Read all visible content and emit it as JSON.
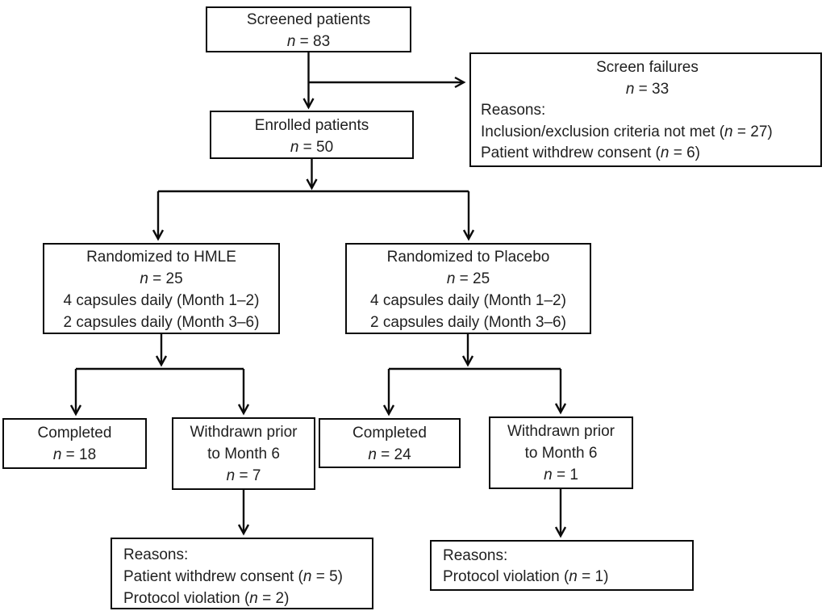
{
  "figure": {
    "kind": "CONSORT patient flow diagram",
    "colors": {
      "background": "#ffffff",
      "line": "#0a0a0a",
      "text": "#1f1f1f"
    }
  },
  "boxes": {
    "screened": {
      "lines": [
        {
          "align": "center",
          "segs": [
            {
              "t": "Screened patients"
            }
          ]
        },
        {
          "align": "center",
          "segs": [
            {
              "t": "n",
              "i": true
            },
            {
              "t": " = 83"
            }
          ]
        }
      ]
    },
    "screen_failures": {
      "lines": [
        {
          "align": "center",
          "segs": [
            {
              "t": "Screen failures"
            }
          ]
        },
        {
          "align": "center",
          "segs": [
            {
              "t": "n",
              "i": true
            },
            {
              "t": " = 33"
            }
          ]
        },
        {
          "align": "left",
          "segs": [
            {
              "t": "Reasons:"
            }
          ]
        },
        {
          "align": "left",
          "segs": [
            {
              "t": "Inclusion/exclusion criteria not met ("
            },
            {
              "t": "n",
              "i": true
            },
            {
              "t": " = 27)"
            }
          ]
        },
        {
          "align": "left",
          "segs": [
            {
              "t": "Patient withdrew consent ("
            },
            {
              "t": "n",
              "i": true
            },
            {
              "t": " = 6)"
            }
          ]
        }
      ]
    },
    "enrolled": {
      "lines": [
        {
          "align": "center",
          "segs": [
            {
              "t": "Enrolled patients"
            }
          ]
        },
        {
          "align": "center",
          "segs": [
            {
              "t": "n",
              "i": true
            },
            {
              "t": " = 50"
            }
          ]
        }
      ]
    },
    "randomized_hmle": {
      "lines": [
        {
          "align": "center",
          "segs": [
            {
              "t": "Randomized to HMLE"
            }
          ]
        },
        {
          "align": "center",
          "segs": [
            {
              "t": "n",
              "i": true
            },
            {
              "t": " = 25"
            }
          ]
        },
        {
          "align": "center",
          "segs": [
            {
              "t": "4 capsules daily (Month 1–2)"
            }
          ]
        },
        {
          "align": "center",
          "segs": [
            {
              "t": "2 capsules daily (Month 3–6)"
            }
          ]
        }
      ]
    },
    "randomized_placebo": {
      "lines": [
        {
          "align": "center",
          "segs": [
            {
              "t": "Randomized to Placebo"
            }
          ]
        },
        {
          "align": "center",
          "segs": [
            {
              "t": "n",
              "i": true
            },
            {
              "t": " = 25"
            }
          ]
        },
        {
          "align": "center",
          "segs": [
            {
              "t": "4 capsules daily (Month 1–2)"
            }
          ]
        },
        {
          "align": "center",
          "segs": [
            {
              "t": "2 capsules daily (Month 3–6)"
            }
          ]
        }
      ]
    },
    "completed_hmle": {
      "lines": [
        {
          "align": "center",
          "segs": [
            {
              "t": "Completed"
            }
          ]
        },
        {
          "align": "center",
          "segs": [
            {
              "t": "n",
              "i": true
            },
            {
              "t": " = 18"
            }
          ]
        }
      ]
    },
    "withdrawn_hmle": {
      "lines": [
        {
          "align": "center",
          "segs": [
            {
              "t": "Withdrawn prior"
            }
          ]
        },
        {
          "align": "center",
          "segs": [
            {
              "t": "to Month 6"
            }
          ]
        },
        {
          "align": "center",
          "segs": [
            {
              "t": "n",
              "i": true
            },
            {
              "t": " = 7"
            }
          ]
        }
      ]
    },
    "completed_placebo": {
      "lines": [
        {
          "align": "center",
          "segs": [
            {
              "t": "Completed"
            }
          ]
        },
        {
          "align": "center",
          "segs": [
            {
              "t": "n",
              "i": true
            },
            {
              "t": " = 24"
            }
          ]
        }
      ]
    },
    "withdrawn_placebo": {
      "lines": [
        {
          "align": "center",
          "segs": [
            {
              "t": "Withdrawn prior"
            }
          ]
        },
        {
          "align": "center",
          "segs": [
            {
              "t": "to Month 6"
            }
          ]
        },
        {
          "align": "center",
          "segs": [
            {
              "t": "n",
              "i": true
            },
            {
              "t": " = 1"
            }
          ]
        }
      ]
    },
    "reasons_hmle": {
      "lines": [
        {
          "align": "left",
          "segs": [
            {
              "t": "Reasons:"
            }
          ]
        },
        {
          "align": "left",
          "segs": [
            {
              "t": "Patient withdrew consent ("
            },
            {
              "t": "n",
              "i": true
            },
            {
              "t": " = 5)"
            }
          ]
        },
        {
          "align": "left",
          "segs": [
            {
              "t": "Protocol violation ("
            },
            {
              "t": "n",
              "i": true
            },
            {
              "t": " = 2)"
            }
          ]
        }
      ]
    },
    "reasons_placebo": {
      "lines": [
        {
          "align": "left",
          "segs": [
            {
              "t": "Reasons:"
            }
          ]
        },
        {
          "align": "left",
          "segs": [
            {
              "t": "Protocol violation ("
            },
            {
              "t": "n",
              "i": true
            },
            {
              "t": " = 1)"
            }
          ]
        }
      ]
    }
  }
}
